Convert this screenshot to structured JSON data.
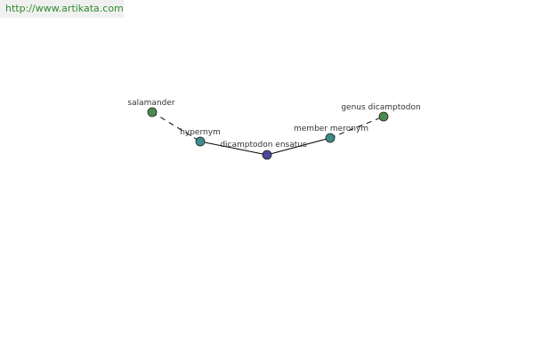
{
  "watermark": {
    "text": "http://www.artikata.com"
  },
  "graph": {
    "nodes": [
      {
        "id": "salamander",
        "label": "salamander",
        "color": "#4e8a4e"
      },
      {
        "id": "hypernym",
        "label": "hypernym",
        "color": "#3e8b8b"
      },
      {
        "id": "dicamptodon-ensatus",
        "label": "dicamptodon ensatus",
        "color": "#4a4a9a"
      },
      {
        "id": "member-meronym",
        "label": "member meronym",
        "color": "#3e8b8b"
      },
      {
        "id": "genus-dicamptodon",
        "label": "genus dicamptodon",
        "color": "#4e8a4e"
      }
    ],
    "edges": [
      {
        "from": "salamander",
        "to": "hypernym",
        "style": "dashed"
      },
      {
        "from": "hypernym",
        "to": "dicamptodon-ensatus",
        "style": "solid"
      },
      {
        "from": "dicamptodon-ensatus",
        "to": "member-meronym",
        "style": "solid"
      },
      {
        "from": "member-meronym",
        "to": "genus-dicamptodon",
        "style": "dashed"
      }
    ]
  }
}
